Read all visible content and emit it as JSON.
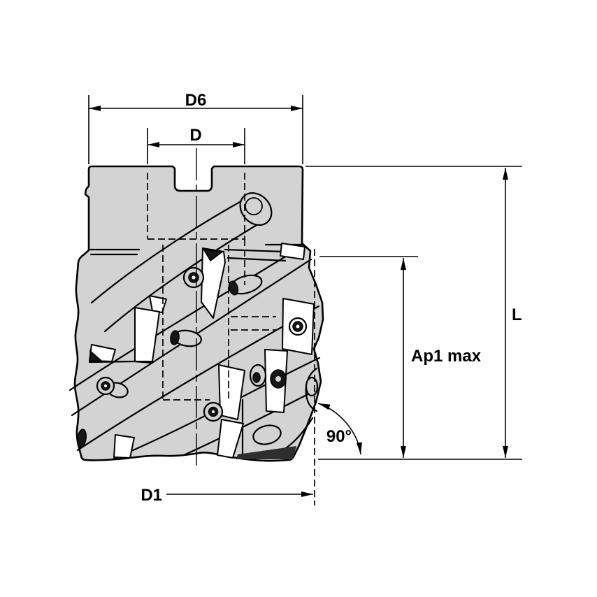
{
  "drawing": {
    "labels": {
      "d6": "D6",
      "d": "D",
      "l": "L",
      "ap1_max": "Ap1 max",
      "angle": "90°",
      "d1": "D1"
    },
    "colors": {
      "background": "#ffffff",
      "body_fill": "#d3d3d3",
      "line": "#000000"
    }
  }
}
